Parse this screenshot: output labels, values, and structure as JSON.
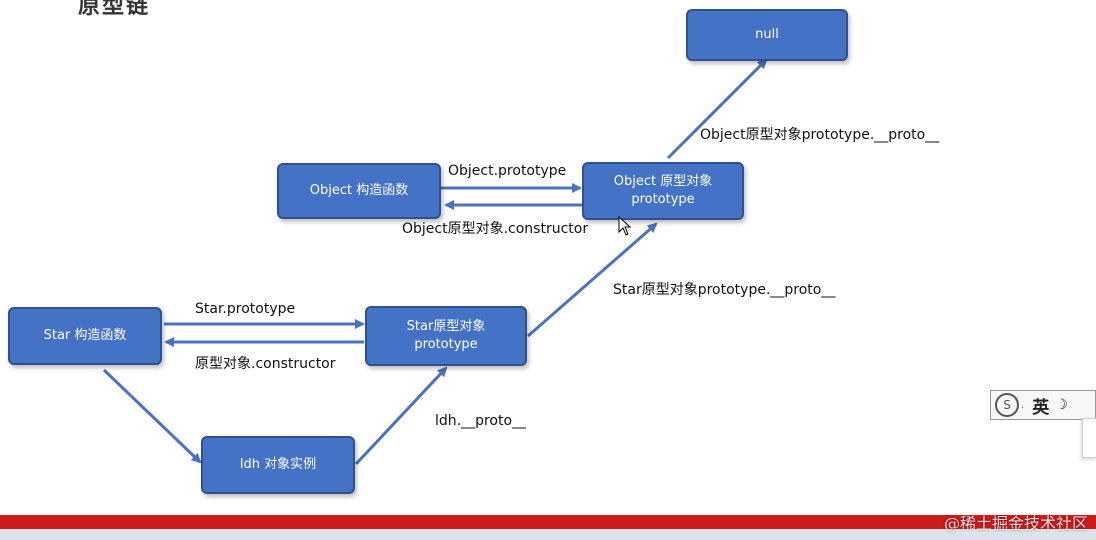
{
  "header": {
    "partial_title": "原型链"
  },
  "nodes": {
    "null": {
      "line1": "null"
    },
    "object_ctor": {
      "line1": "Object 构造函数"
    },
    "object_proto": {
      "line1": "Object 原型对象",
      "line2": "prototype"
    },
    "star_ctor": {
      "line1": "Star 构造函数"
    },
    "star_proto": {
      "line1": "Star原型对象",
      "line2": "prototype"
    },
    "ldh": {
      "line1": "ldh 对象实例"
    }
  },
  "labels": {
    "object_proto_to_null": "Object原型对象prototype.__proto__",
    "object_prototype": "Object.prototype",
    "object_constructor": "Object原型对象.constructor",
    "star_proto_to_object": "Star原型对象prototype.__proto__",
    "star_prototype": "Star.prototype",
    "star_constructor": "原型对象.constructor",
    "ldh_proto": "ldh.__proto__"
  },
  "ime": {
    "lang": "英",
    "logo_icon": "sogou-logo-icon",
    "moon_icon": "moon-icon"
  },
  "footer": {
    "watermark": "@稀土掘金技术社区"
  },
  "colors": {
    "node_fill": "#4472c4",
    "node_border": "#2f528f",
    "arrow": "#4a72c0",
    "bottom_bar": "#cc1b1b"
  }
}
